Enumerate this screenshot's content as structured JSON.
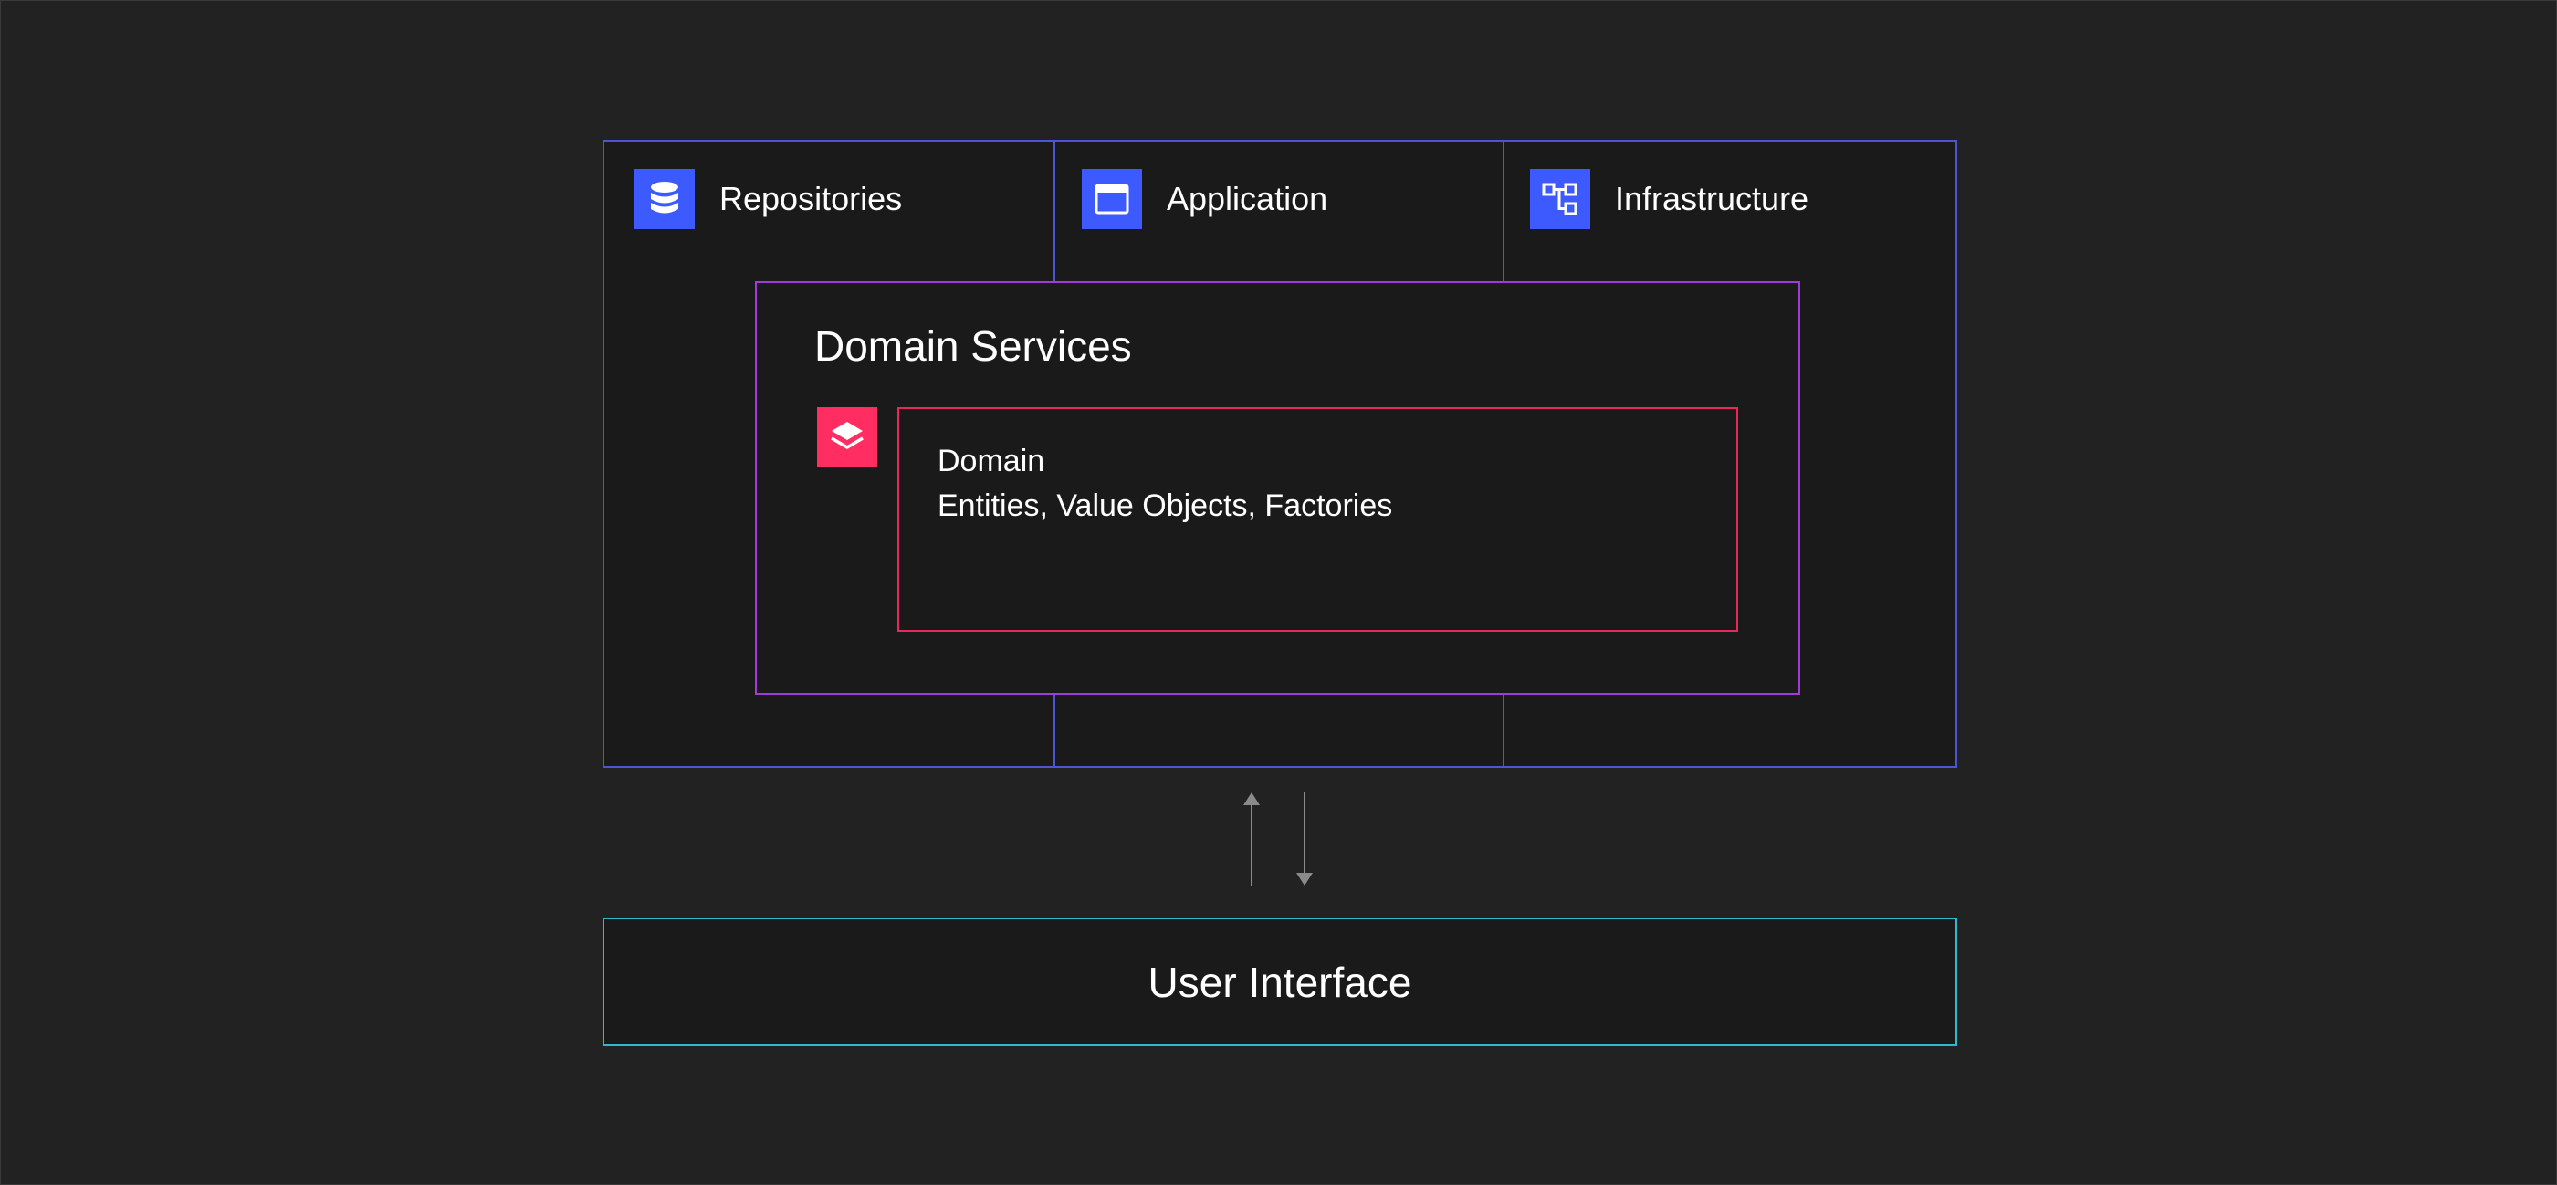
{
  "diagram": {
    "outer_layers": [
      {
        "label": "Repositories",
        "icon": "database-icon"
      },
      {
        "label": "Application",
        "icon": "window-icon"
      },
      {
        "label": "Infrastructure",
        "icon": "hierarchy-icon"
      }
    ],
    "domain_services": {
      "title": "Domain Services"
    },
    "domain": {
      "title": "Domain",
      "subtitle": "Entities, Value Objects, Factories",
      "icon": "layers-icon"
    },
    "user_interface": {
      "label": "User Interface"
    },
    "connector": {
      "type": "bidirectional-arrows"
    },
    "colors": {
      "background": "#222222",
      "panel": "#1a1a1a",
      "outer_border": "#4b55d8",
      "domain_services_border": "#a03ad9",
      "domain_border": "#e8275b",
      "ui_border": "#2fb8d0",
      "blue_icon": "#3d5afe",
      "pink_icon": "#ff2d62",
      "arrow": "#8a8a8a"
    }
  }
}
